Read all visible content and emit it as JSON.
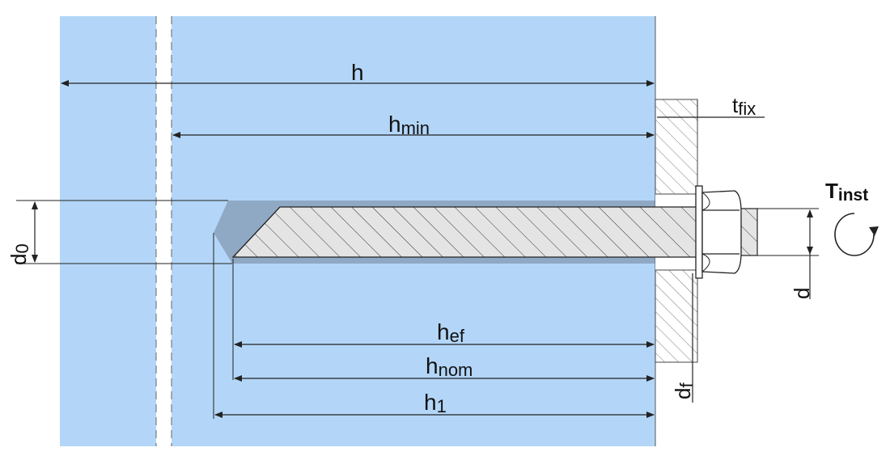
{
  "labels": {
    "h": "h",
    "hmin_main": "h",
    "hmin_sub": "min",
    "tfix_main": "t",
    "tfix_sub": "fix",
    "tinst_main": "T",
    "tinst_sub": "inst",
    "d0_main": "d",
    "d0_sub": "0",
    "d": "d",
    "df_main": "d",
    "df_sub": "f",
    "hef_main": "h",
    "hef_sub": "ef",
    "hnom_main": "h",
    "hnom_sub": "nom",
    "h1_main": "h",
    "h1_sub": "1"
  },
  "colors": {
    "concrete": "#b3d6f8",
    "hole": "#8fa9c5",
    "rod": "#d9d9d9",
    "fixture": "#ffffff",
    "line": "#222222"
  }
}
